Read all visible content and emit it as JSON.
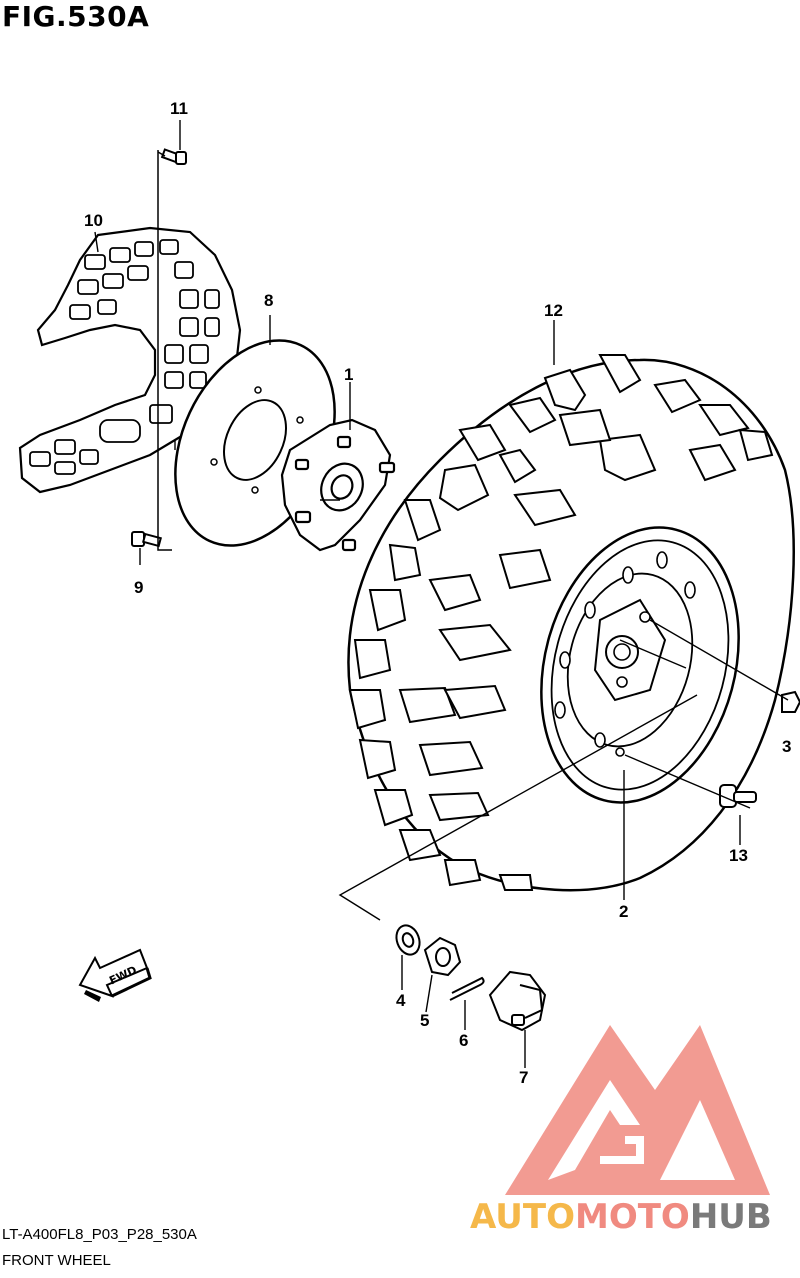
{
  "figure": {
    "title": "FIG.530A",
    "model_code": "LT-A400FL8_P03_P28_530A",
    "subtitle": "FRONT WHEEL"
  },
  "callouts": [
    "1",
    "2",
    "3",
    "4",
    "5",
    "6",
    "7",
    "8",
    "9",
    "10",
    "11",
    "12",
    "13"
  ],
  "direction_arrow": {
    "label": "FWD",
    "icon": "fwd-arrow-icon"
  },
  "watermark": {
    "part1": "AUTO",
    "part2": "MOTO",
    "part3": "HUB",
    "colors": {
      "auto": "#f5b84a",
      "moto": "#f08a80",
      "hub": "#7a7a7a",
      "logo": "#f08a80"
    }
  },
  "line_color": "#000000"
}
